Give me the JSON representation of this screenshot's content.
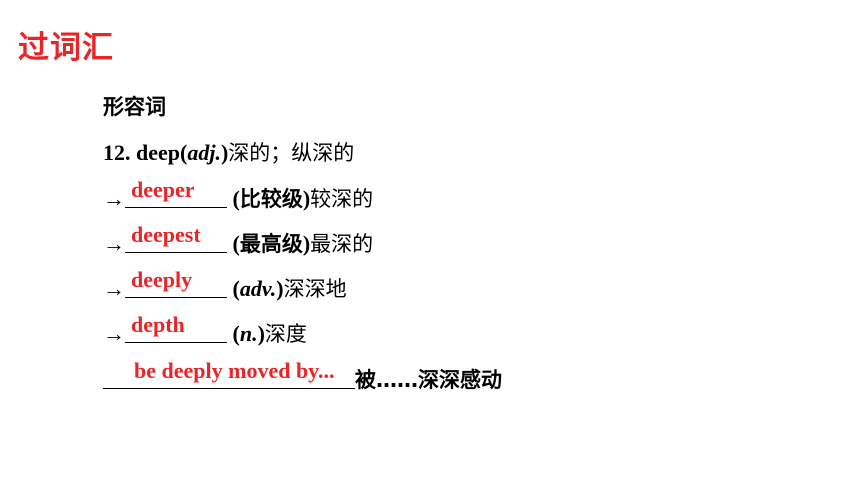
{
  "heading": "过词汇",
  "section_title": "形容词",
  "entry": {
    "number": "12.",
    "word": "deep(",
    "pos": "adj.",
    "close": ")",
    "meaning": "深的；纵深的"
  },
  "arrow": "→",
  "rows": [
    {
      "answer": "deeper",
      "note_open": "(",
      "note": "比较级",
      "note_close": ")",
      "meaning": "较深的"
    },
    {
      "answer": "deepest",
      "note_open": "(",
      "note": "最高级",
      "note_close": ")",
      "meaning": "最深的"
    },
    {
      "answer": "deeply",
      "note_open": "(",
      "note": "adv.",
      "note_close": ")",
      "meaning": "深深地"
    },
    {
      "answer": "depth",
      "note_open": "(",
      "note": "n.",
      "note_close": ")",
      "meaning": "深度"
    }
  ],
  "phrase": {
    "answer": "be deeply moved by...",
    "meaning": "被……深深感动"
  },
  "colors": {
    "accent": "#e8262a",
    "text": "#000000"
  }
}
